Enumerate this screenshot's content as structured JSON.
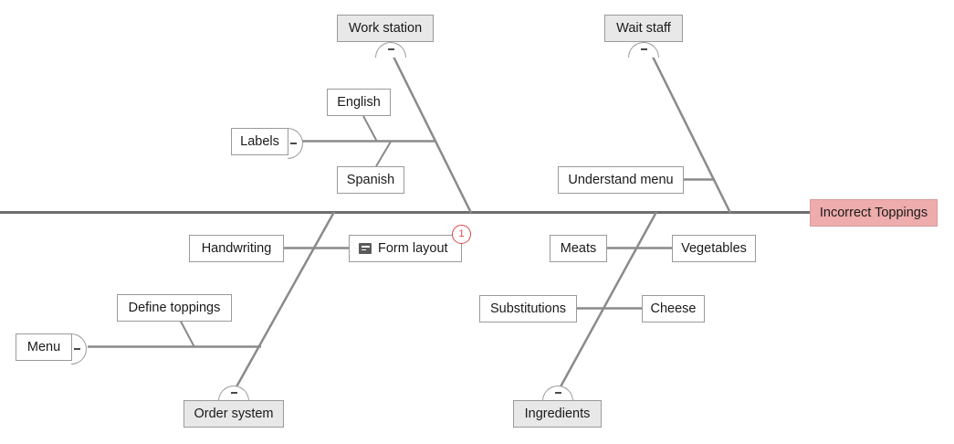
{
  "diagram": {
    "type": "fishbone",
    "effect": {
      "label": "Incorrect Toppings",
      "color": "#eeacac"
    },
    "spine": {
      "color": "#6e6e6e"
    },
    "categories": [
      {
        "id": "work-station",
        "label": "Work station",
        "position": "top-left",
        "collapsed_handle": "minus",
        "causes": [
          {
            "label": "English"
          },
          {
            "label": "Spanish"
          },
          {
            "label": "Labels",
            "collapsed_handle": "minus"
          }
        ]
      },
      {
        "id": "wait-staff",
        "label": "Wait staff",
        "position": "top-right",
        "collapsed_handle": "minus",
        "causes": [
          {
            "label": "Understand menu"
          }
        ]
      },
      {
        "id": "order-system",
        "label": "Order system",
        "position": "bottom-left",
        "collapsed_handle": "minus",
        "causes": [
          {
            "label": "Handwriting"
          },
          {
            "label": "Form layout",
            "icon": "note-icon",
            "badge": "1"
          },
          {
            "label": "Define toppings"
          },
          {
            "label": "Menu",
            "collapsed_handle": "minus"
          }
        ]
      },
      {
        "id": "ingredients",
        "label": "Ingredients",
        "position": "bottom-right",
        "collapsed_handle": "minus",
        "causes": [
          {
            "label": "Meats"
          },
          {
            "label": "Vegetables"
          },
          {
            "label": "Substitutions"
          },
          {
            "label": "Cheese"
          }
        ]
      }
    ]
  },
  "nodes": {
    "work_station": "Work station",
    "wait_staff": "Wait staff",
    "english": "English",
    "spanish": "Spanish",
    "labels": "Labels",
    "understand_menu": "Understand menu",
    "handwriting": "Handwriting",
    "form_layout": "Form layout",
    "form_layout_badge": "1",
    "define_toppings": "Define toppings",
    "menu": "Menu",
    "order_system": "Order system",
    "meats": "Meats",
    "vegetables": "Vegetables",
    "substitutions": "Substitutions",
    "cheese": "Cheese",
    "ingredients": "Ingredients",
    "incorrect_toppings": "Incorrect Toppings"
  }
}
